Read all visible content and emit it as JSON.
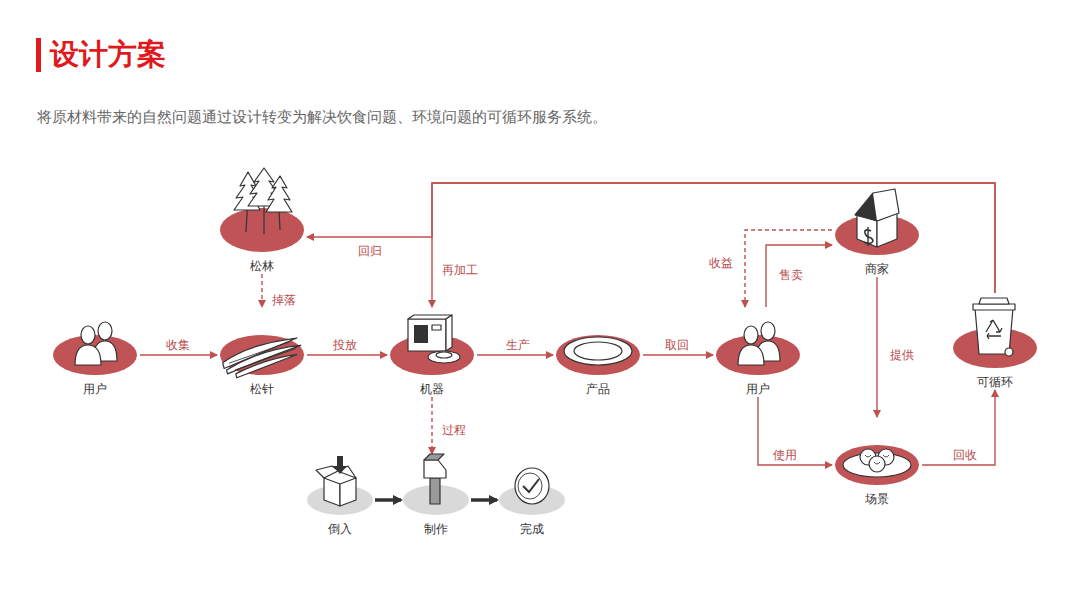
{
  "diagram": {
    "title": "设计方案",
    "caption": "将原材料带来的自然问题通过设计转变为解决饮食问题、环境问题的可循环服务系统。",
    "nodes": [
      {
        "text": [
          "松林"
        ]
      },
      {
        "text": [
          "用户"
        ]
      },
      {
        "text": [
          "松针"
        ]
      },
      {
        "text": [
          "机器"
        ]
      },
      {
        "text": [
          "产品"
        ]
      },
      {
        "text": [
          "用户"
        ]
      },
      {
        "text": [
          "商家"
        ]
      },
      {
        "text": [
          "可循环"
        ]
      },
      {
        "text": [
          "场景"
        ]
      },
      {
        "text": [
          "倒入"
        ]
      },
      {
        "text": [
          "制作"
        ]
      },
      {
        "text": [
          "完成"
        ]
      }
    ],
    "edges": [
      {
        "from": 1,
        "to": 2,
        "label": "收集",
        "arrow": "to"
      },
      {
        "from": 0,
        "to": 2,
        "label": "掉落",
        "arrow": "to"
      },
      {
        "from": 2,
        "to": 3,
        "label": "投放",
        "arrow": "to"
      },
      {
        "from": 3,
        "to": 4,
        "label": "生产",
        "arrow": "to"
      },
      {
        "from": 4,
        "to": 5,
        "label": "取回",
        "arrow": "to"
      },
      {
        "from": 5,
        "to": 6,
        "label": "售卖",
        "arrow": "to"
      },
      {
        "from": 6,
        "to": 5,
        "label": "收益",
        "arrow": "to"
      },
      {
        "from": 5,
        "to": 8,
        "label": "使用",
        "arrow": "to"
      },
      {
        "from": 6,
        "to": 8,
        "label": "提供",
        "arrow": "to"
      },
      {
        "from": 8,
        "to": 7,
        "label": "回收",
        "arrow": "to"
      },
      {
        "from": 7,
        "to": 3,
        "label": "再加工",
        "arrow": "to"
      },
      {
        "from": 7,
        "to": 0,
        "label": "回归",
        "arrow": "to"
      },
      {
        "from": 3,
        "to": 10,
        "label": "过程",
        "arrow": "to"
      },
      {
        "from": 9,
        "to": 10,
        "arrow": "to"
      },
      {
        "from": 10,
        "to": 11,
        "arrow": "to"
      }
    ]
  }
}
